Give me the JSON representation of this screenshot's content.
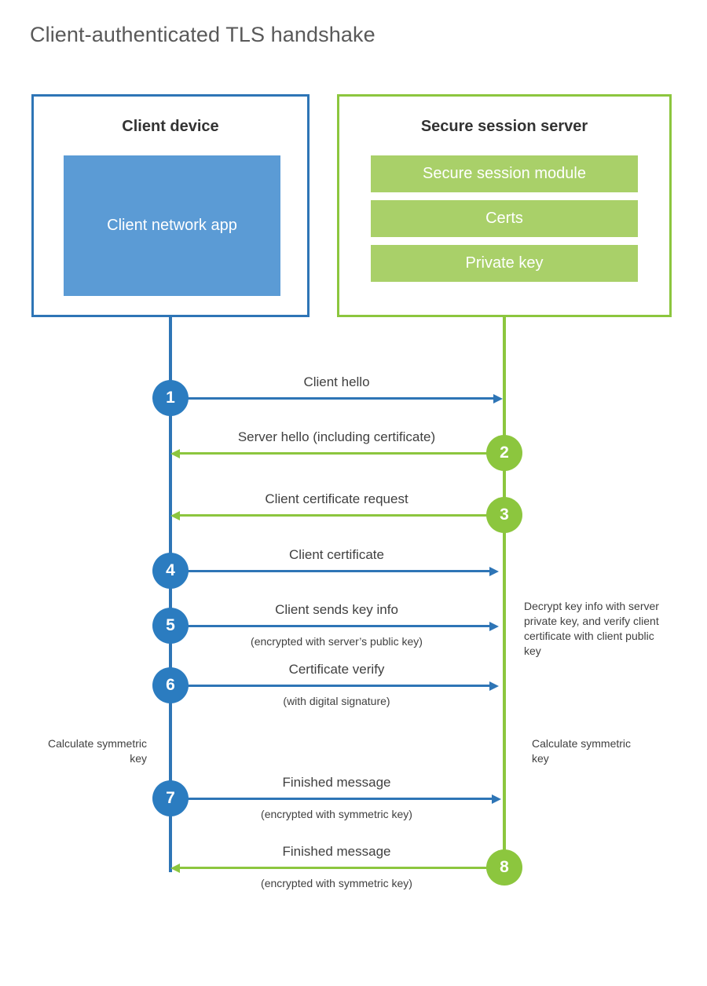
{
  "title": "Client-authenticated TLS handshake",
  "colors": {
    "blue_border": "#2e75b6",
    "blue_fill": "#5b9bd5",
    "blue_circle": "#2b7cc0",
    "green_border": "#8cc63e",
    "green_fill": "#a9d069",
    "green_circle": "#8cc63e",
    "text": "#404040",
    "title_text": "#595959",
    "background": "#ffffff"
  },
  "actors": {
    "client": {
      "title": "Client device",
      "app_label": "Client network app"
    },
    "server": {
      "title": "Secure session server",
      "items": [
        {
          "label": "Secure session module"
        },
        {
          "label": "Certs"
        },
        {
          "label": "Private key"
        }
      ]
    }
  },
  "messages": [
    {
      "number": "1",
      "label": "Client hello",
      "sublabel": "",
      "direction": "client-to-server",
      "color": "blue"
    },
    {
      "number": "2",
      "label": "Server hello (including certificate)",
      "sublabel": "",
      "direction": "server-to-client",
      "color": "green"
    },
    {
      "number": "3",
      "label": "Client certificate request",
      "sublabel": "",
      "direction": "server-to-client",
      "color": "green"
    },
    {
      "number": "4",
      "label": "Client certificate",
      "sublabel": "",
      "direction": "client-to-server",
      "color": "blue"
    },
    {
      "number": "5",
      "label": "Client sends key info",
      "sublabel": "(encrypted with server’s public key)",
      "direction": "client-to-server",
      "color": "blue"
    },
    {
      "number": "6",
      "label": "Certificate verify",
      "sublabel": "(with digital signature)",
      "direction": "client-to-server",
      "color": "blue"
    },
    {
      "number": "7",
      "label": "Finished message",
      "sublabel": "(encrypted with symmetric key)",
      "direction": "client-to-server",
      "color": "blue"
    },
    {
      "number": "8",
      "label": "Finished message",
      "sublabel": "(encrypted with symmetric key)",
      "direction": "server-to-client",
      "color": "green"
    }
  ],
  "notes": {
    "server_decrypt": "Decrypt key info with server private key, and verify client certificate with client public key",
    "client_calculate": "Calculate symmetric key",
    "server_calculate": "Calculate symmetric key"
  }
}
